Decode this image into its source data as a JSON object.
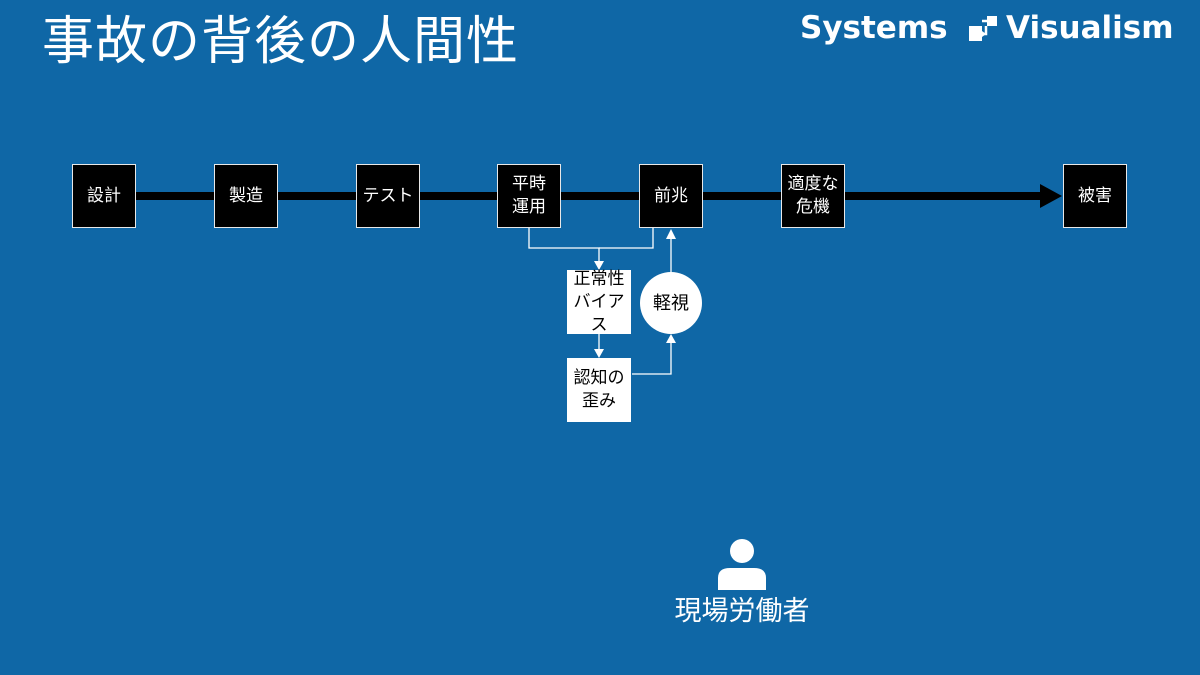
{
  "title": "事故の背後の人間性",
  "logo": {
    "left": "Systems",
    "right": "Visualism"
  },
  "timeline": [
    {
      "id": "design",
      "label": "設計"
    },
    {
      "id": "manufacturing",
      "label": "製造"
    },
    {
      "id": "test",
      "label": "テスト"
    },
    {
      "id": "normal-operation",
      "label": "平時\n運用"
    },
    {
      "id": "precursor",
      "label": "前兆"
    },
    {
      "id": "moderate-crisis",
      "label": "適度な\n危機"
    },
    {
      "id": "damage",
      "label": "被害"
    }
  ],
  "loop": {
    "bias": "正常性\nバイアス",
    "distortion": "認知の\n歪み",
    "disregard": "軽視"
  },
  "worker": {
    "label": "現場労働者"
  },
  "colors": {
    "background": "#0f67a6",
    "box": "#000000",
    "accent": "#ffffff"
  }
}
